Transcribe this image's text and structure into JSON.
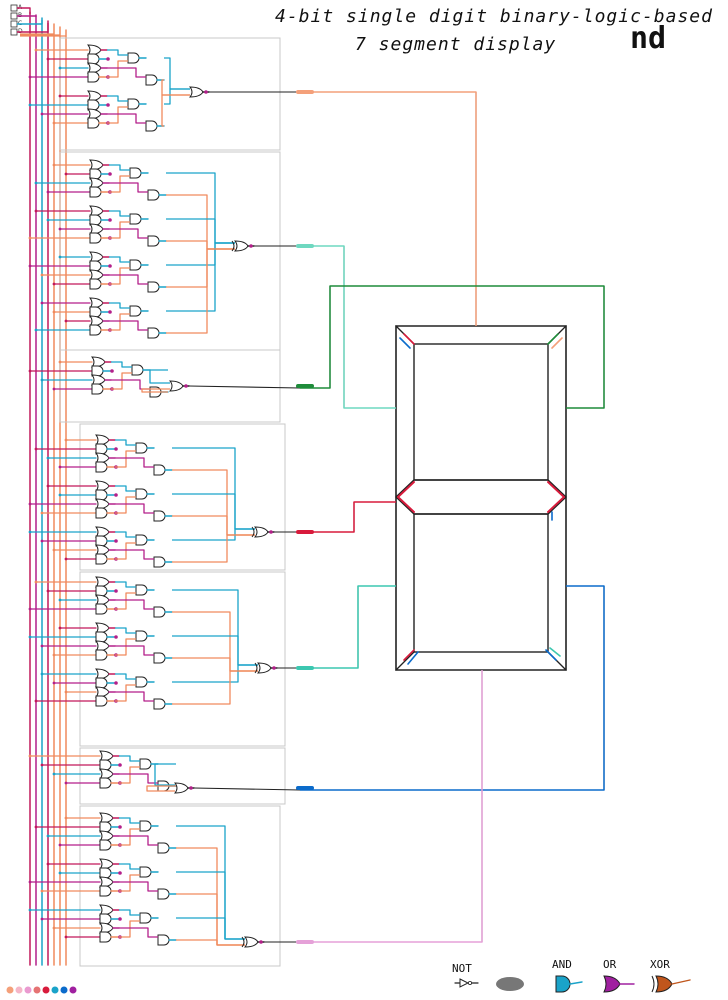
{
  "title": {
    "line1": "4-bit single digit binary-logic-based",
    "line2": "7 segment display"
  },
  "signature": "nd",
  "legend": {
    "not": "NOT",
    "and": "AND",
    "or": "OR",
    "xor": "XOR"
  },
  "inputs": [
    "A",
    "B",
    "C",
    "D"
  ],
  "colors": {
    "wire_a": "#c2185b",
    "wire_b": "#1aa3c9",
    "wire_c": "#f08a5d",
    "wire_d": "#b31f8a",
    "seg_a": "#f4a07a",
    "seg_b": "#1e8c3a",
    "seg_c": "#0b6bcb",
    "seg_d": "#e5a1d8",
    "seg_e": "#3cc7b0",
    "seg_f": "#6fd8c0",
    "seg_g": "#d81b3c",
    "and_gate": "#1aa3c9",
    "or_gate": "#a020a0",
    "xor_gate": "#c0561c"
  },
  "palette_dots": [
    "#f4a07a",
    "#f5b6c8",
    "#ea9ad0",
    "#e57373",
    "#d81b3c",
    "#1aa3c9",
    "#0b6bcb",
    "#a020a0"
  ]
}
